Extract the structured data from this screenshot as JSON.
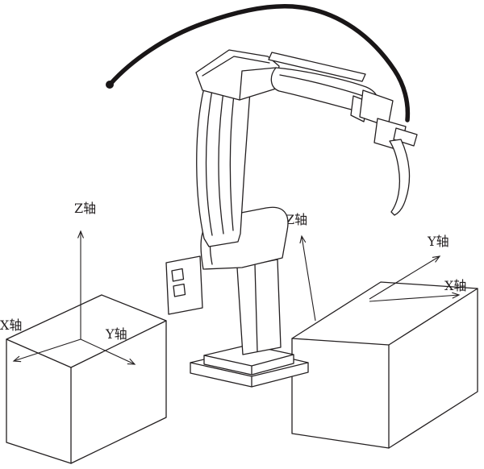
{
  "left_axis_frame": {
    "z": "Z轴",
    "x": "X轴",
    "y": "Y轴"
  },
  "right_axis_frame": {
    "z": "Z轴",
    "x": "X轴",
    "y": "Y轴"
  },
  "colors": {
    "line": "#231f20",
    "cable": "#191617",
    "background": "#ffffff"
  }
}
